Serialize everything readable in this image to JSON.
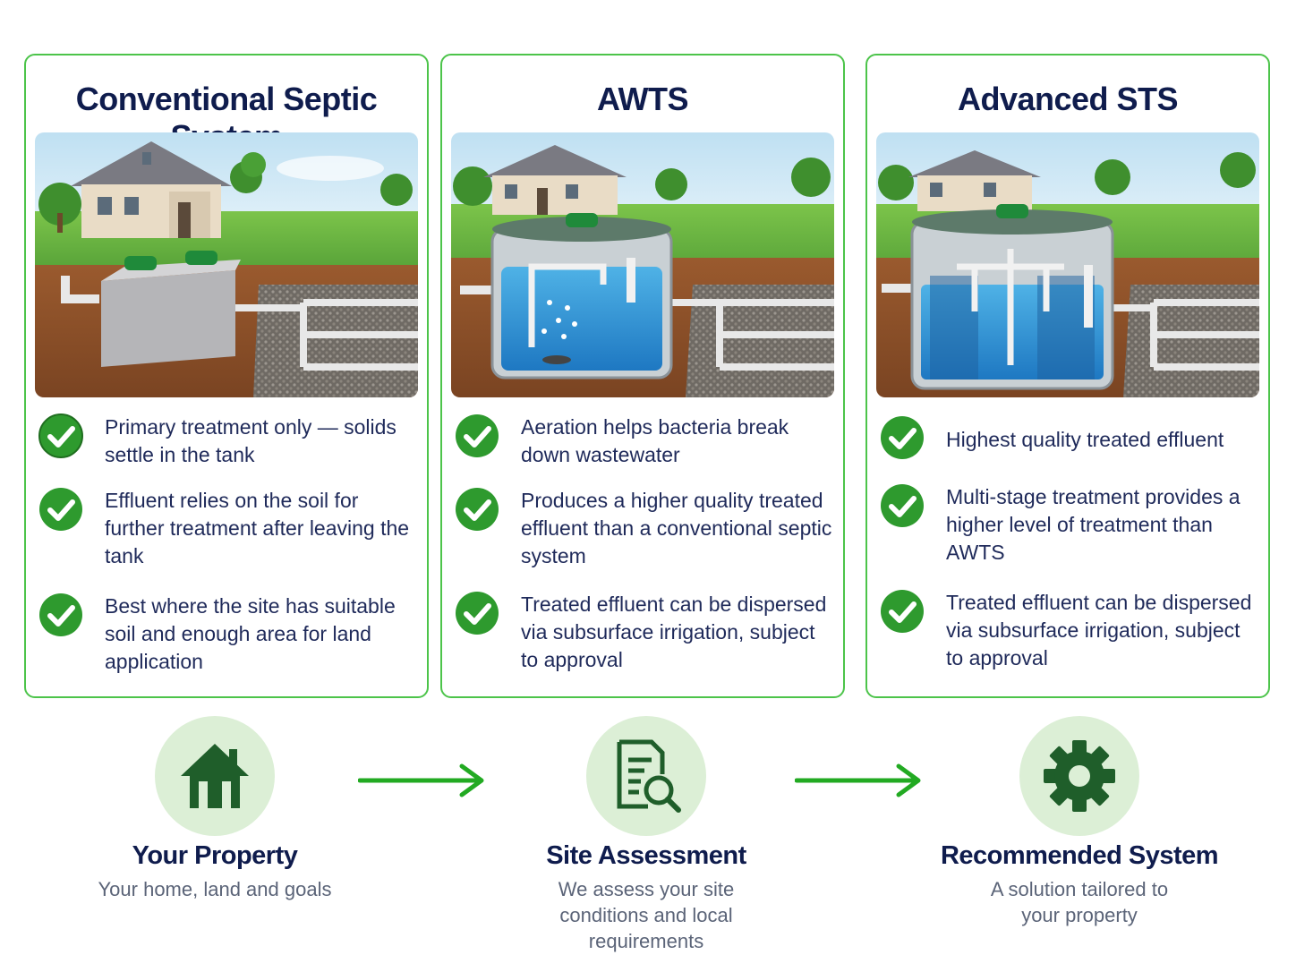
{
  "cards": [
    {
      "title": "Conventional Septic System",
      "features": [
        "Primary treatment only — solids settle in the tank",
        "Effluent relies on the soil for further treatment after leaving the tank",
        "Best where the site has suitable soil and enough area for land application"
      ]
    },
    {
      "title": "AWTS",
      "features": [
        "Aeration helps bacteria break down wastewater",
        "Produces a higher quality treated effluent than a conventional septic system",
        "Treated effluent can be dispersed via subsurface irrigation, subject to approval"
      ]
    },
    {
      "title": "Advanced STS",
      "features": [
        "Highest quality treated effluent",
        "Multi-stage treatment provides a higher level of treatment than AWTS",
        "Treated effluent can be dispersed via subsurface irrigation, subject to approval"
      ]
    }
  ],
  "steps": [
    {
      "title": "Your Property",
      "desc": "Your home, land and goals",
      "icon": "house-icon"
    },
    {
      "title": "Site Assessment",
      "desc": "We assess your site conditions and local requirements",
      "icon": "document-search-icon"
    },
    {
      "title": "Recommended System",
      "desc": "A solution tailored to your property",
      "icon": "gear-icon"
    }
  ],
  "colors": {
    "card_border": "#4cc44a",
    "check_green": "#2e9a2e",
    "step_circle": "#dcefd6",
    "icon_dark_green": "#1f5e2a",
    "arrow_green": "#22aa22",
    "title_navy": "#0f1c4d"
  }
}
